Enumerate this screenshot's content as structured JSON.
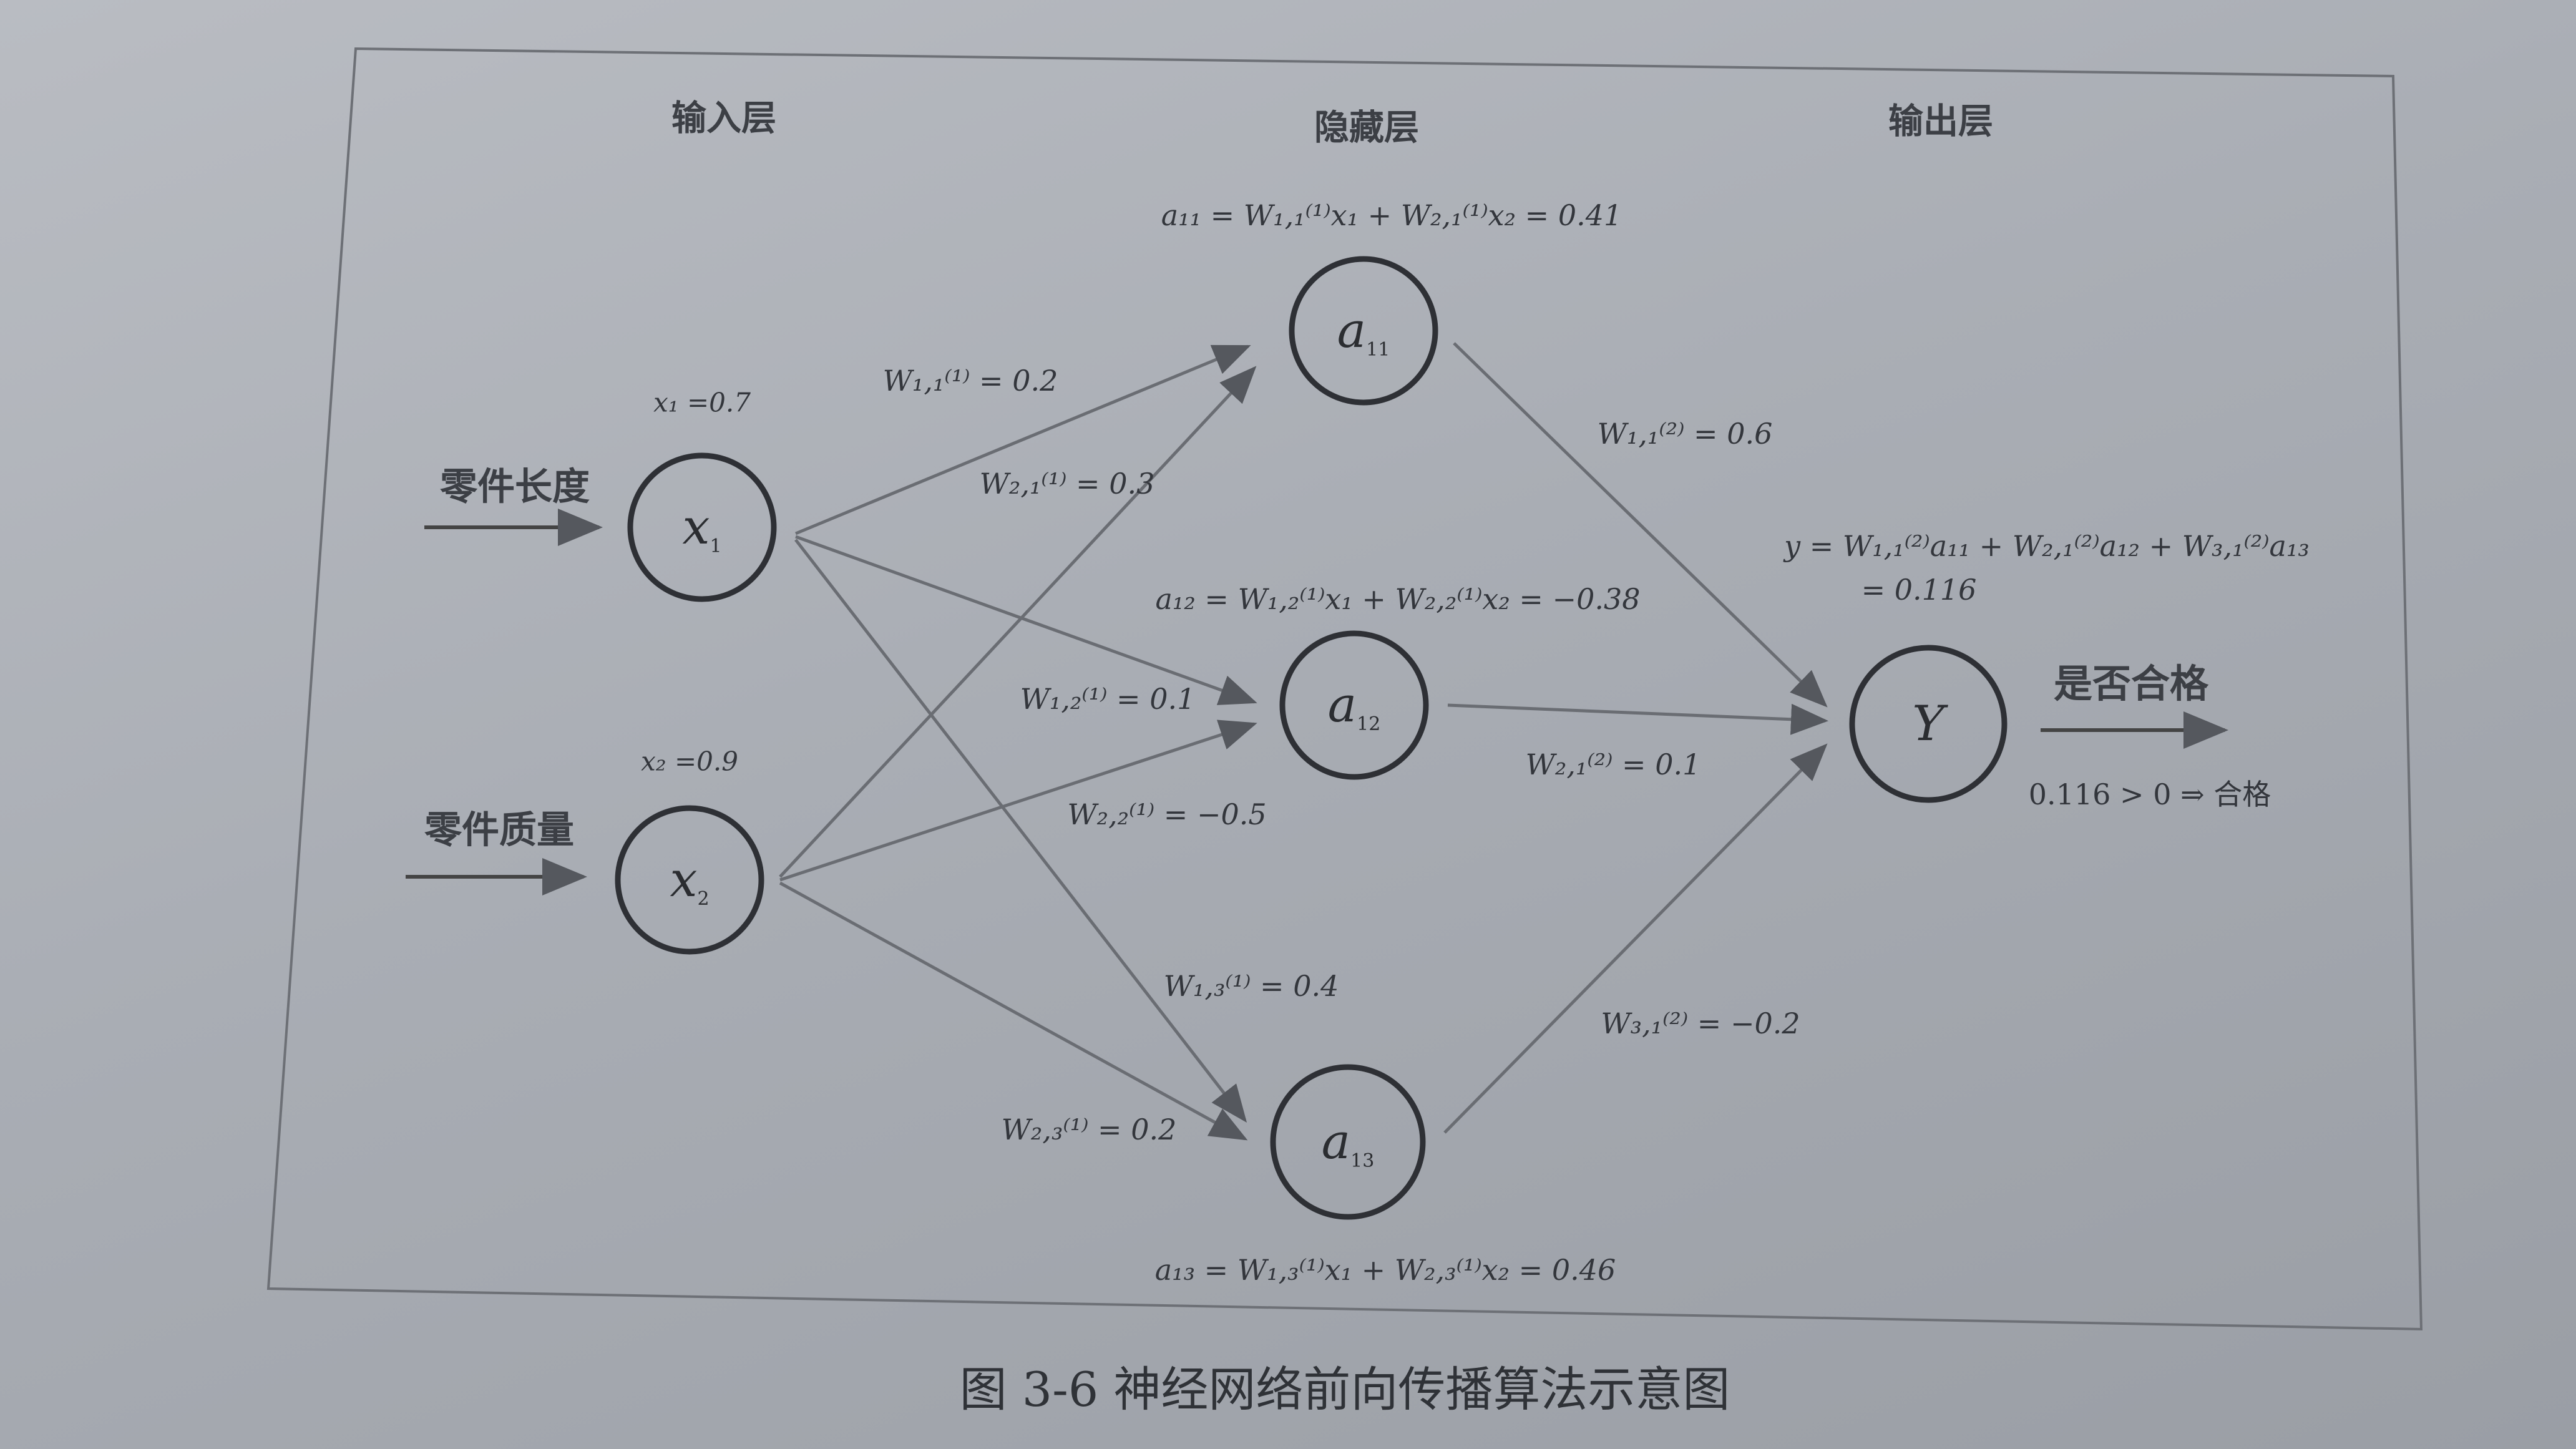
{
  "layers": {
    "input": "输入层",
    "hidden": "隐藏层",
    "output": "输出层"
  },
  "inputs": [
    {
      "name": "零件长度",
      "node": "x",
      "sub": "1",
      "value_label": "x₁ =0.7"
    },
    {
      "name": "零件质量",
      "node": "x",
      "sub": "2",
      "value_label": "x₂ =0.9"
    }
  ],
  "hidden_nodes": [
    {
      "node": "a",
      "sub": "11",
      "equation": "a₁₁ = W₁,₁⁽¹⁾x₁ + W₂,₁⁽¹⁾x₂ = 0.41"
    },
    {
      "node": "a",
      "sub": "12",
      "equation": "a₁₂ = W₁,₂⁽¹⁾x₁ + W₂,₂⁽¹⁾x₂ = −0.38"
    },
    {
      "node": "a",
      "sub": "13",
      "equation": "a₁₃ = W₁,₃⁽¹⁾x₁ + W₂,₃⁽¹⁾x₂ = 0.46"
    }
  ],
  "output_node": {
    "node": "Y",
    "equation_line1": "y = W₁,₁⁽²⁾a₁₁ + W₂,₁⁽²⁾a₁₂ + W₃,₁⁽²⁾a₁₃",
    "equation_line2": "= 0.116",
    "name": "是否合格",
    "decision": "0.116 > 0 ⇒ 合格"
  },
  "weights_layer1": [
    {
      "label": "W₁,₁⁽¹⁾ = 0.2",
      "value": 0.2
    },
    {
      "label": "W₂,₁⁽¹⁾ = 0.3",
      "value": 0.3
    },
    {
      "label": "W₁,₂⁽¹⁾ = 0.1",
      "value": 0.1
    },
    {
      "label": "W₂,₂⁽¹⁾ = −0.5",
      "value": -0.5
    },
    {
      "label": "W₁,₃⁽¹⁾ = 0.4",
      "value": 0.4
    },
    {
      "label": "W₂,₃⁽¹⁾ = 0.2",
      "value": 0.2
    }
  ],
  "weights_layer2": [
    {
      "label": "W₁,₁⁽²⁾ = 0.6",
      "value": 0.6
    },
    {
      "label": "W₂,₁⁽²⁾ = 0.1",
      "value": 0.1
    },
    {
      "label": "W₃,₁⁽²⁾ = −0.2",
      "value": -0.2
    }
  ],
  "caption": "图 3-6 神经网络前向传播算法示意图"
}
